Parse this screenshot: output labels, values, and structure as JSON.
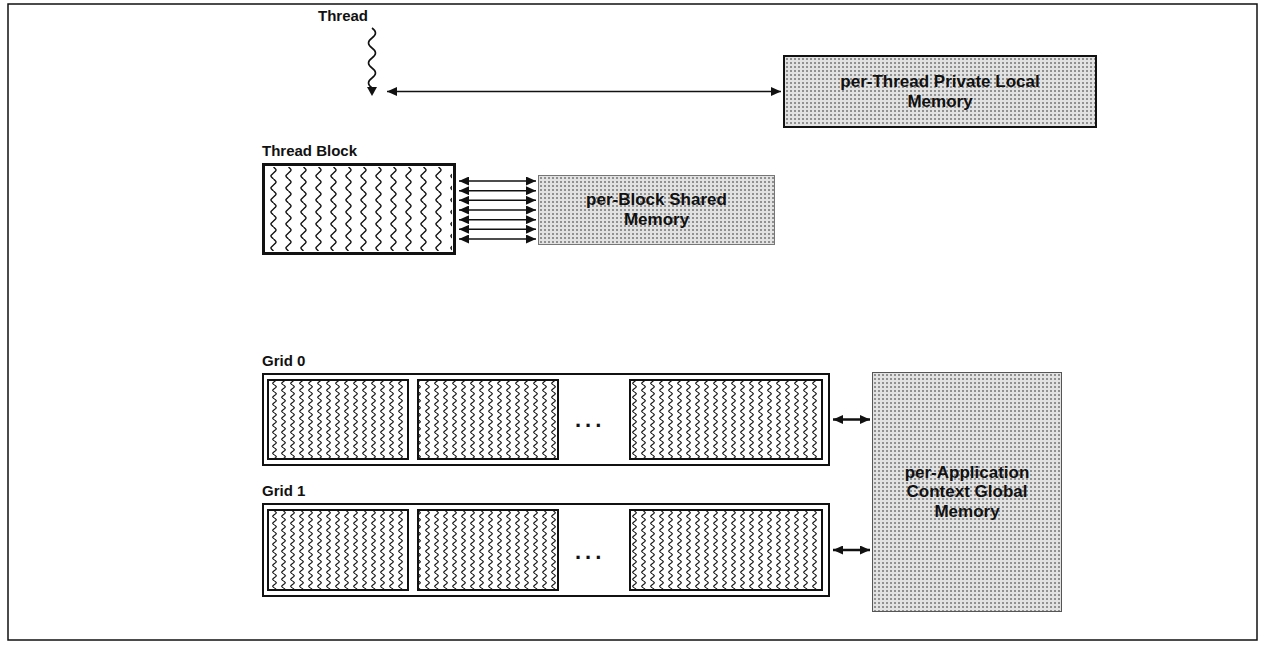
{
  "diagram": {
    "nodes": [
      {
        "text": [
          "Thread"
        ]
      },
      {
        "text": [
          "per-Thread Private Local Memory"
        ]
      },
      {
        "text": [
          "Thread Block"
        ]
      },
      {
        "text": [
          "per-Block Shared Memory"
        ]
      },
      {
        "text": [
          "Grid 0"
        ]
      },
      {
        "text": [
          "Grid 1"
        ]
      },
      {
        "text": [
          "per-Application Context Global Memory"
        ]
      }
    ],
    "edges": [
      {
        "from": 0,
        "to": 1,
        "arrow": "both"
      },
      {
        "from": 2,
        "to": 3,
        "arrow": "both"
      },
      {
        "from": 4,
        "to": 6,
        "arrow": "both"
      },
      {
        "from": 5,
        "to": 6,
        "arrow": "both"
      }
    ],
    "labels": [
      "...",
      "..."
    ]
  }
}
